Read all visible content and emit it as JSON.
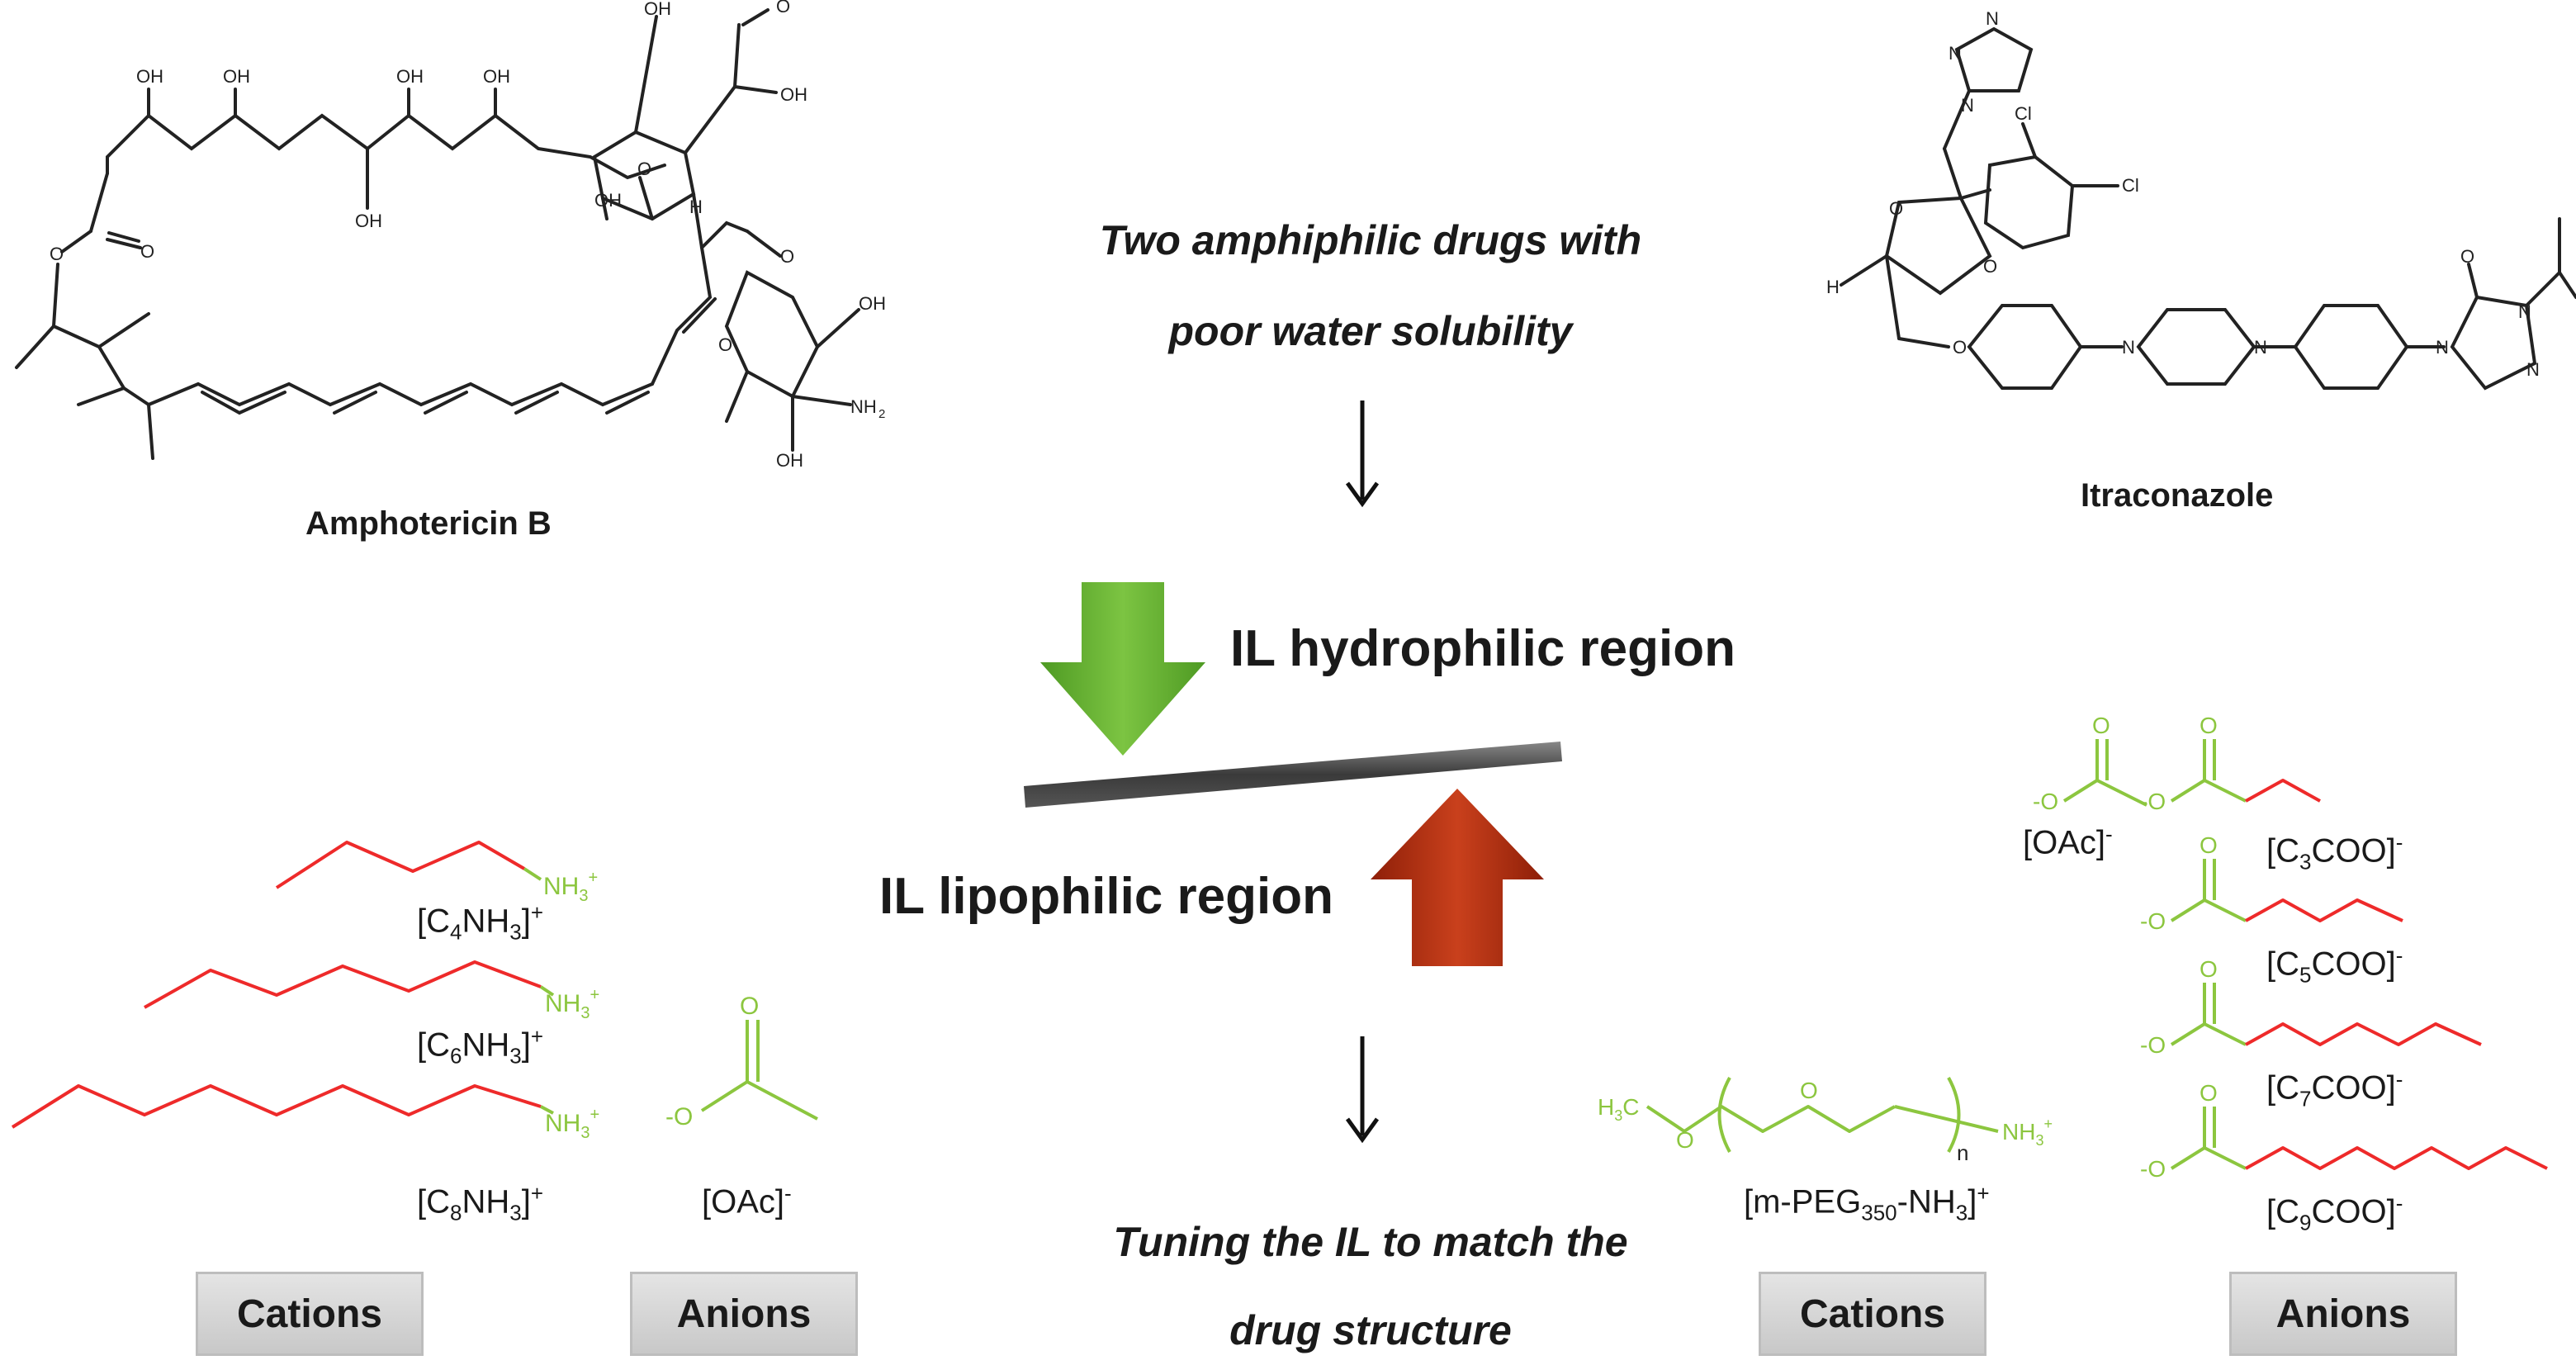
{
  "molecules": {
    "amphotericin": {
      "name": "Amphotericin B",
      "atoms": {
        "oh": "OH",
        "o": "O",
        "h": "H",
        "nh2": "NH",
        "nh2_sub": "2"
      }
    },
    "itraconazole": {
      "name": "Itraconazole",
      "atoms": {
        "n": "N",
        "cl": "Cl",
        "o": "O",
        "h": "H"
      }
    }
  },
  "flow": {
    "top_text_line1": "Two amphiphilic drugs with",
    "top_text_line2": "poor water solubility",
    "bottom_text_line1": "Tuning the IL to match the",
    "bottom_text_line2": "drug structure"
  },
  "balance": {
    "hydrophilic": "IL hydrophilic region",
    "lipophilic": "IL lipophilic region"
  },
  "left_panel": {
    "cations_button": "Cations",
    "anions_button": "Anions",
    "cation_atom": "NH",
    "cation_atom_sub": "3",
    "cation_atom_sup": "+",
    "anion_atom_o": "O",
    "anion_atom_minus_o": "-O",
    "cations": [
      {
        "pre": "[C",
        "num": "4",
        "mid": "NH",
        "sub": "3",
        "end": "]",
        "charge": "+"
      },
      {
        "pre": "[C",
        "num": "6",
        "mid": "NH",
        "sub": "3",
        "end": "]",
        "charge": "+"
      },
      {
        "pre": "[C",
        "num": "8",
        "mid": "NH",
        "sub": "3",
        "end": "]",
        "charge": "+"
      }
    ],
    "anion": {
      "text": "[OAc]",
      "charge": "-"
    }
  },
  "right_panel": {
    "cations_button": "Cations",
    "anions_button": "Anions",
    "peg": {
      "h3c": "H",
      "h3c_sub": "3",
      "h3c_c": "C",
      "o": "O",
      "n": "n",
      "nh3": "NH",
      "nh3_sub": "3",
      "nh3_sup": "+",
      "label_pre": "[m-PEG",
      "label_sub": "350",
      "label_mid": "-NH",
      "label_sub2": "3",
      "label_end": "]",
      "label_charge": "+"
    },
    "anions": [
      {
        "pre": "[OAc]",
        "num": "",
        "end": "",
        "charge": "-"
      },
      {
        "pre": "[C",
        "num": "3",
        "end": "COO]",
        "charge": "-"
      },
      {
        "pre": "[C",
        "num": "5",
        "end": "COO]",
        "charge": "-"
      },
      {
        "pre": "[C",
        "num": "7",
        "end": "COO]",
        "charge": "-"
      },
      {
        "pre": "[C",
        "num": "9",
        "end": "COO]",
        "charge": "-"
      }
    ],
    "anion_atom_o": "O",
    "anion_atom_minus_o": "-O"
  },
  "colors": {
    "lipid_chain": "#ee2a2a",
    "head_group": "#8cc63f",
    "hydrophilic_arrow": "#5fae2c",
    "lipophilic_arrow": "#b32d10",
    "structure": "#222222"
  }
}
